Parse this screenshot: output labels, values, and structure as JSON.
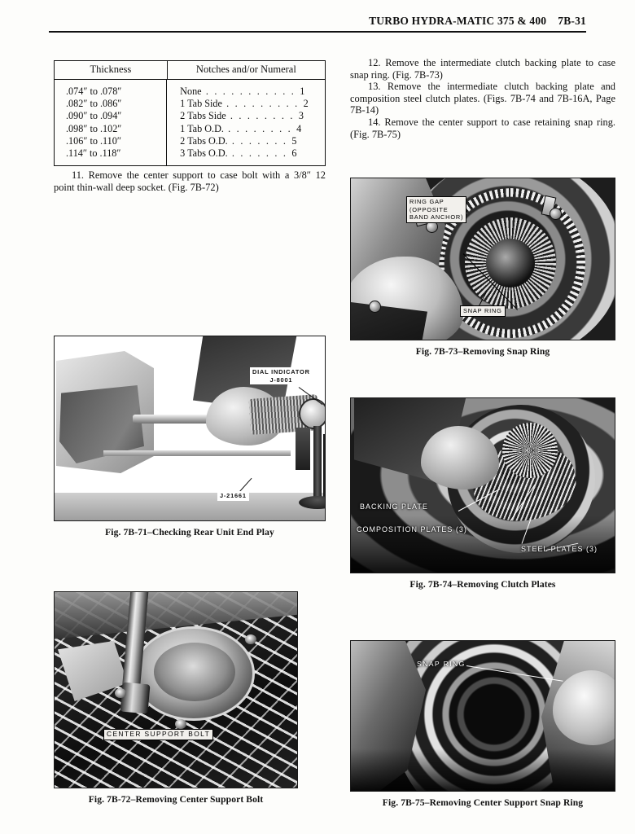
{
  "header": {
    "title": "TURBO HYDRA-MATIC 375 & 400",
    "section": "7B-31"
  },
  "spec_table": {
    "columns": [
      "Thickness",
      "Notches and/or Numeral"
    ],
    "rows": [
      {
        "thickness": ".074″ to .078″",
        "notches": "None",
        "numeral": "1"
      },
      {
        "thickness": ".082″ to .086″",
        "notches": "1 Tab Side",
        "numeral": "2"
      },
      {
        "thickness": ".090″ to .094″",
        "notches": "2 Tabs Side",
        "numeral": "3"
      },
      {
        "thickness": ".098″ to .102″",
        "notches": "1 Tab O.D.",
        "numeral": "4"
      },
      {
        "thickness": ".106″ to .110″",
        "notches": "2 Tabs O.D.",
        "numeral": "5"
      },
      {
        "thickness": ".114″ to .118″",
        "notches": "3 Tabs O.D.",
        "numeral": "6"
      }
    ]
  },
  "left_column": {
    "step_11": "11. Remove the center support to case bolt with a 3/8″ 12 point thin-wall deep socket. (Fig. 7B-72)"
  },
  "right_column": {
    "step_12": "12. Remove the intermediate clutch backing plate to case snap ring. (Fig. 7B-73)",
    "step_13": "13. Remove the intermediate clutch backing plate and composition steel clutch plates. (Figs. 7B-74 and 7B-16A, Page 7B-14)",
    "step_14": "14. Remove the center support to case retaining snap ring. (Fig. 7B-75)"
  },
  "figures": {
    "fig_7b_71": {
      "caption": "Fig. 7B-71–Checking Rear Unit End Play",
      "labels": {
        "dial_indicator": "DIAL INDICATOR\nJ-8001",
        "tool": "J-21661"
      }
    },
    "fig_7b_72": {
      "caption": "Fig. 7B-72–Removing Center Support Bolt",
      "labels": {
        "bolt": "CENTER SUPPORT BOLT"
      }
    },
    "fig_7b_73": {
      "caption": "Fig. 7B-73–Removing Snap Ring",
      "labels": {
        "ring_gap": "RING GAP\n(OPPOSITE\nBAND ANCHOR)",
        "snap_ring": "SNAP RING"
      }
    },
    "fig_7b_74": {
      "caption": "Fig. 7B-74–Removing Clutch Plates",
      "labels": {
        "backing_plate": "BACKING PLATE",
        "composition_plates": "COMPOSITION PLATES (3)",
        "steel_plates": "STEEL PLATES (3)"
      }
    },
    "fig_7b_75": {
      "caption": "Fig. 7B-75–Removing Center Support Snap Ring",
      "labels": {
        "snap_ring": "SNAP RING"
      }
    }
  }
}
